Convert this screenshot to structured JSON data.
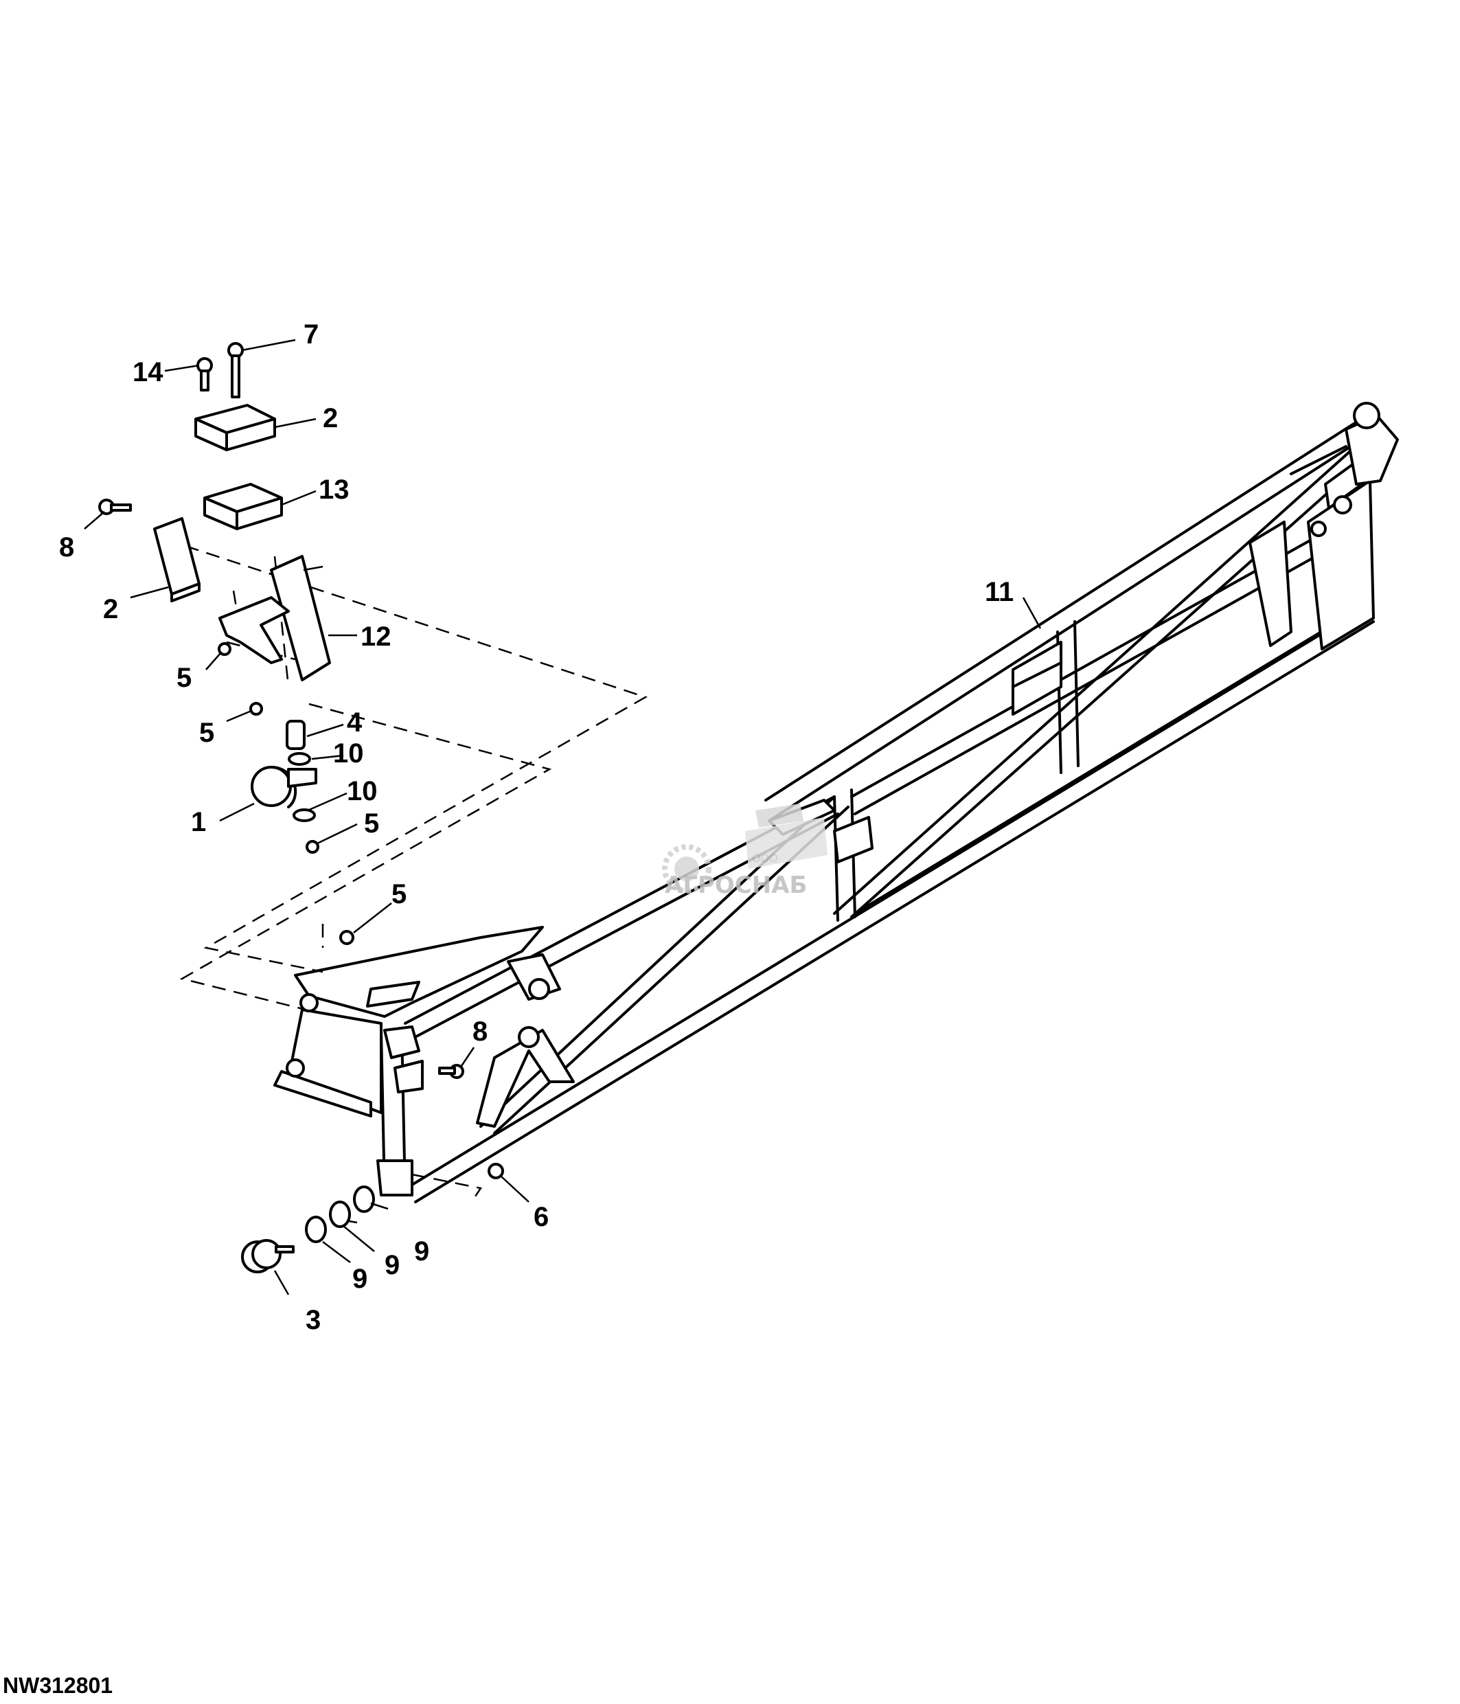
{
  "figure_id": "NW312801",
  "watermark": {
    "brand": "АГРОСНАБ",
    "prefix": "ООО"
  },
  "callouts": {
    "c1": "1",
    "c2a": "2",
    "c2b": "2",
    "c3": "3",
    "c4": "4",
    "c5a": "5",
    "c5b": "5",
    "c5c": "5",
    "c5d": "5",
    "c6": "6",
    "c7": "7",
    "c8a": "8",
    "c8b": "8",
    "c9a": "9",
    "c9b": "9",
    "c9c": "9",
    "c10a": "10",
    "c10b": "10",
    "c11": "11",
    "c12": "12",
    "c13": "13",
    "c14": "14"
  }
}
